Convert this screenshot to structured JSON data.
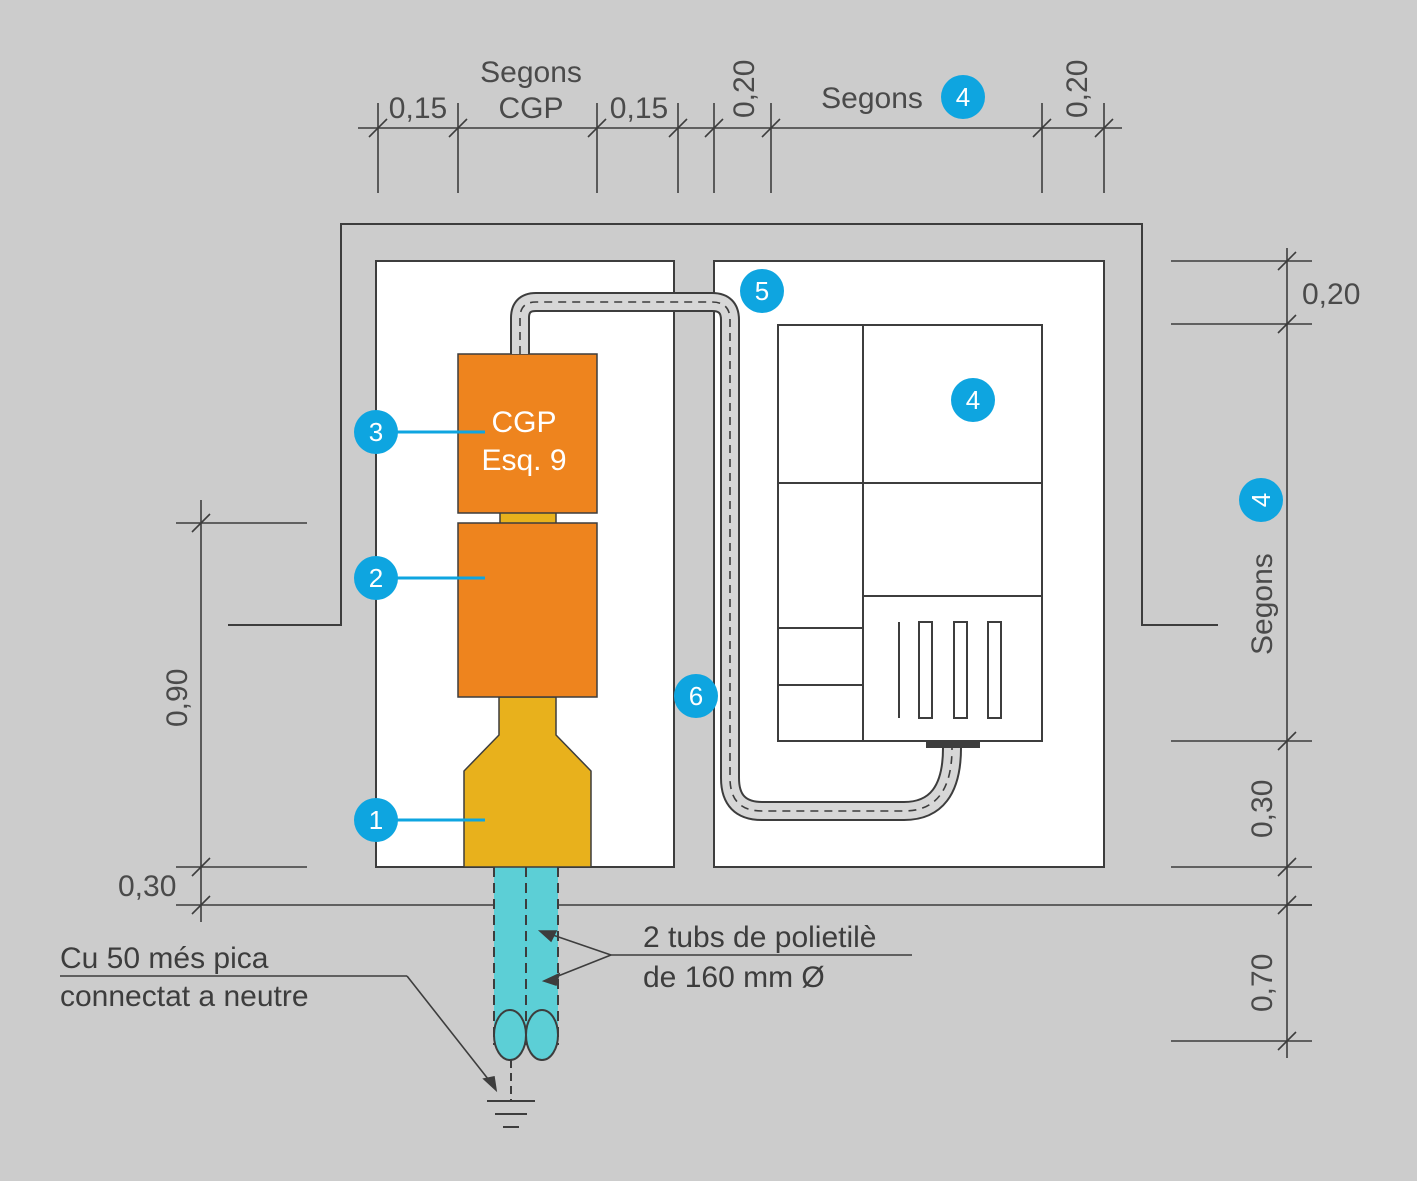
{
  "dimensions": {
    "top_cgp_label_1": "Segons",
    "top_cgp_label_2": "CGP",
    "top_left_clearance": "0,15",
    "top_mid_clearance": "0,15",
    "top_gap_left": "0,20",
    "top_meter_label": "Segons",
    "top_gap_right": "0,20",
    "right_top_clearance": "0,20",
    "right_height_label": "Segons",
    "right_bottom_clearance": "0,30",
    "right_depth": "0,70",
    "left_height": "0,90",
    "left_ground_offset": "0,30"
  },
  "badges": {
    "b1": "1",
    "b2": "2",
    "b3": "3",
    "b4_top": "4",
    "b4_meter": "4",
    "b4_right": "4",
    "b5": "5",
    "b6": "6"
  },
  "cgp": {
    "line1": "CGP",
    "line2": "Esq. 9"
  },
  "annotations": {
    "pipes_line1": "2 tubs de polietilè",
    "pipes_line2": "de 160 mm Ø",
    "earth_line1": "Cu 50 més pica",
    "earth_line2": "connectat a neutre"
  },
  "colors": {
    "background": "#cccccc",
    "badge": "#0ea5e0",
    "cgp_orange": "#ee841e",
    "base_yellow": "#e8b11c",
    "pipe_cyan": "#5ccfd6",
    "line": "#3d3d3d"
  }
}
